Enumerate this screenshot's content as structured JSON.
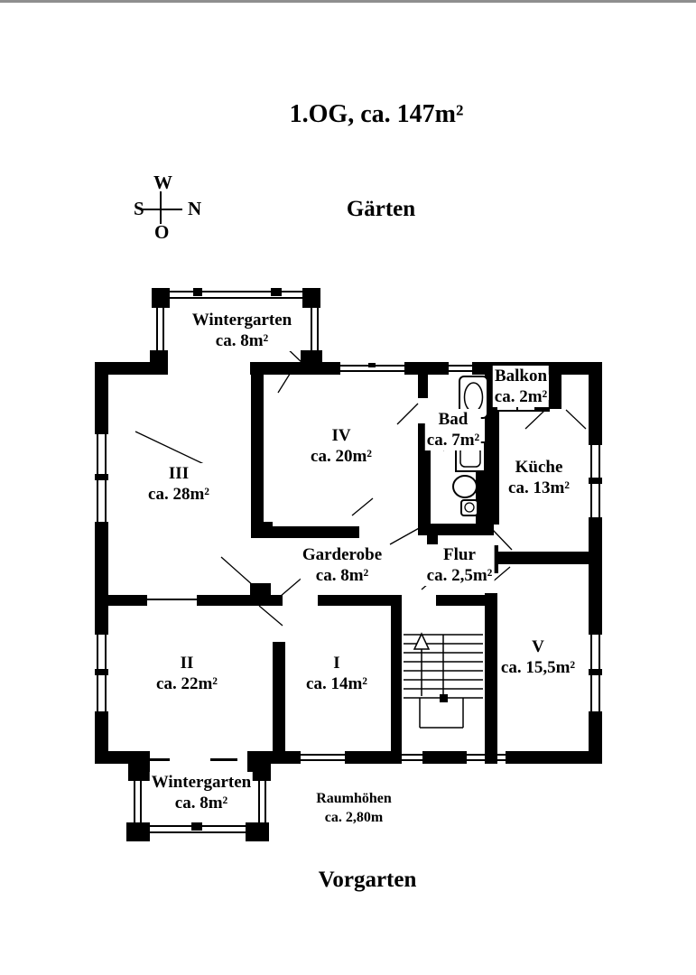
{
  "page": {
    "title": "1.OG, ca. 147m²",
    "top_label": "Gärten",
    "bottom_label": "Vorgarten",
    "note_line1": "Raumhöhen",
    "note_line2": "ca. 2,80m"
  },
  "compass": {
    "top": "W",
    "left": "S",
    "right": "N",
    "bottom": "O"
  },
  "rooms": [
    {
      "id": "wintergarten-top",
      "name": "Wintergarten",
      "area": "ca. 8m²"
    },
    {
      "id": "room-iv",
      "name": "IV",
      "area": "ca. 20m²"
    },
    {
      "id": "bad",
      "name": "Bad",
      "area": "ca. 7m²"
    },
    {
      "id": "balkon",
      "name": "Balkon",
      "area": "ca. 2m²"
    },
    {
      "id": "kueche",
      "name": "Küche",
      "area": "ca. 13m²"
    },
    {
      "id": "room-iii",
      "name": "III",
      "area": "ca. 28m²"
    },
    {
      "id": "garderobe",
      "name": "Garderobe",
      "area": "ca. 8m²"
    },
    {
      "id": "flur",
      "name": "Flur",
      "area": "ca. 2,5m²"
    },
    {
      "id": "room-ii",
      "name": "II",
      "area": "ca. 22m²"
    },
    {
      "id": "room-i",
      "name": "I",
      "area": "ca. 14m²"
    },
    {
      "id": "room-v",
      "name": "V",
      "area": "ca. 15,5m²"
    },
    {
      "id": "wintergarten-bottom",
      "name": "Wintergarten",
      "area": "ca. 8m²"
    }
  ],
  "colors": {
    "wall": "#000000",
    "background": "#ffffff"
  }
}
